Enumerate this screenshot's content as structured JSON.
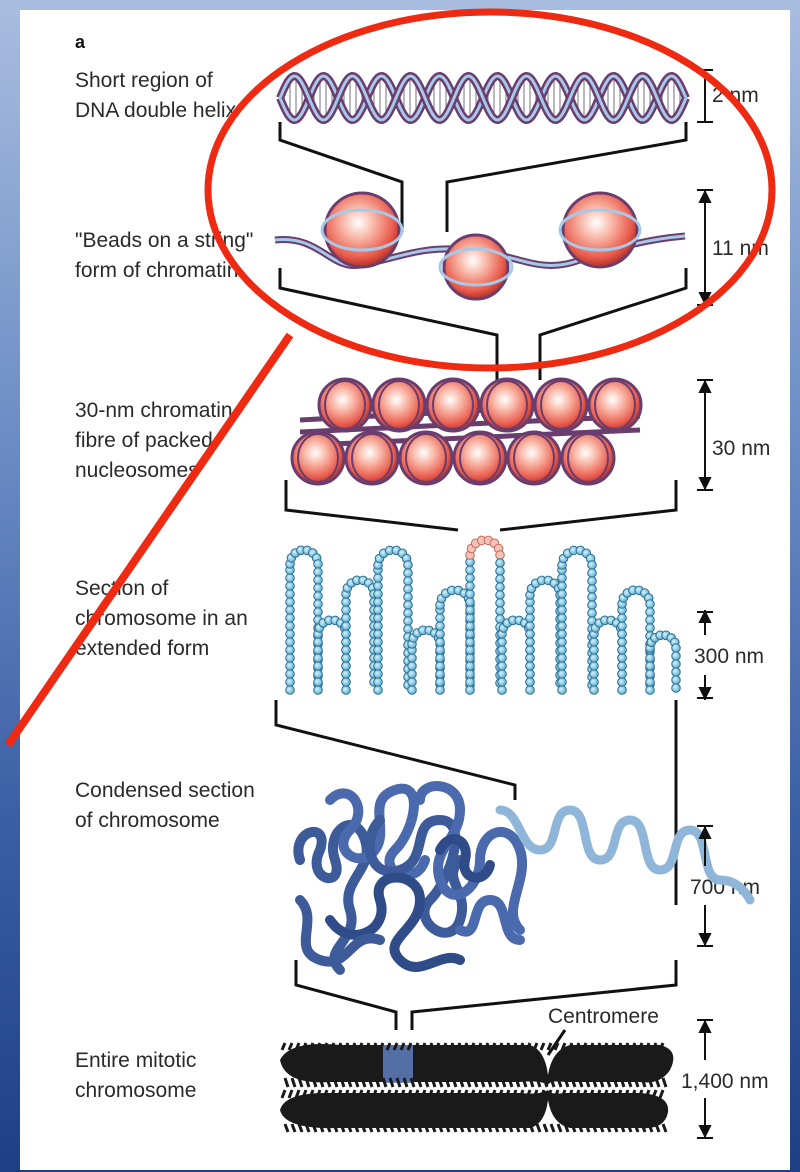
{
  "panel_letter": "a",
  "levels": [
    {
      "label_lines": [
        "Short region of",
        "DNA double helix"
      ],
      "scale": "2 nm"
    },
    {
      "label_lines": [
        "\"Beads on a string\"",
        "form of chromatin"
      ],
      "scale": "11 nm"
    },
    {
      "label_lines": [
        "30-nm chromatin",
        "fibre of packed",
        "nucleosomes"
      ],
      "scale": "30 nm"
    },
    {
      "label_lines": [
        "Section of",
        "chromosome in an",
        "extended form"
      ],
      "scale": "300 nm"
    },
    {
      "label_lines": [
        "Condensed section",
        "of chromosome"
      ],
      "scale": "700 nm"
    },
    {
      "label_lines": [
        "Entire mitotic",
        "chromosome"
      ],
      "scale": "1,400 nm"
    }
  ],
  "centromere_label": "Centromere",
  "colors": {
    "highlight_ring": "#ee2a12",
    "helix_dark": "#6a3d6e",
    "helix_light": "#a8c8e8",
    "bead": "#f07a6a",
    "loop_bead": "#7ec8e3",
    "condensed": "#3d5a99",
    "chromosome": "#1a1a1a"
  }
}
